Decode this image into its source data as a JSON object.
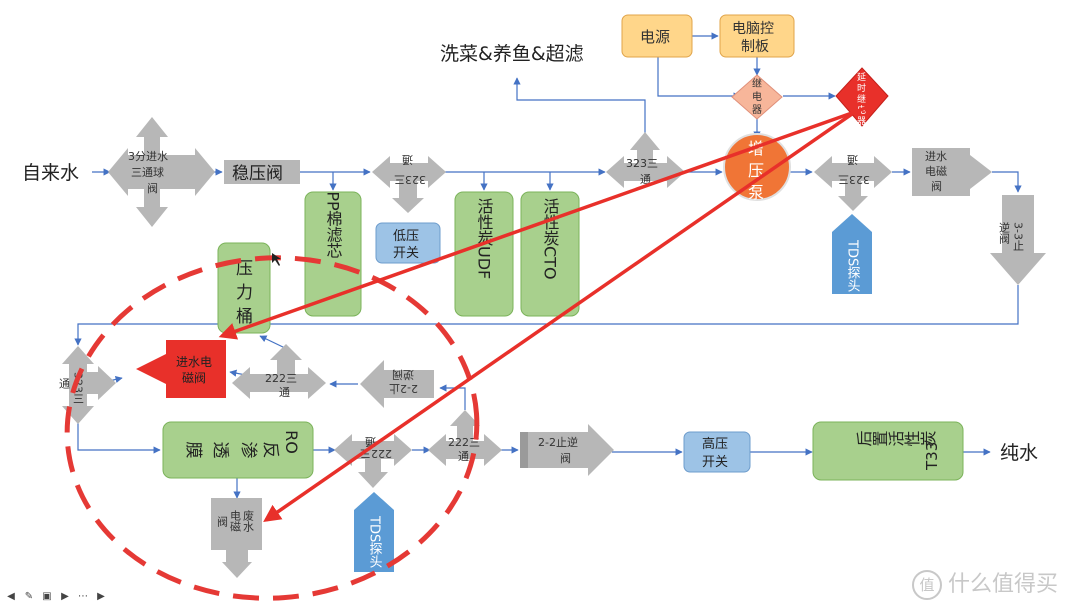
{
  "labels": {
    "tap_water": "自来水",
    "pure_water": "纯水",
    "wash_label": "洗菜&养鱼&超滤",
    "power": "电源",
    "ctrl_board_1": "电脑控",
    "ctrl_board_2": "制板",
    "relay_1": "继",
    "relay_2": "电",
    "relay_3": "器",
    "delay_relay_1": "延",
    "delay_relay_2": "时",
    "delay_relay_3": "继",
    "delay_relay_4": "电",
    "delay_relay_5": "器",
    "ball_valve_1": "3分进水",
    "ball_valve_2": "三通球",
    "ball_valve_3": "阀",
    "pressure_valve": "稳压阀",
    "pp_cotton": "PP棉滤芯",
    "low_pressure_1": "低压",
    "low_pressure_2": "开关",
    "carbon_udf": "活性炭UDF",
    "carbon_cto": "活性炭CTO",
    "tee_323_a": "323三",
    "tee_323_a2": "通",
    "tee_323_b": "323三",
    "tee_323_b2": "通",
    "tee_323_c": "323三",
    "tee_323_c2": "通",
    "tee_323_d": "323三",
    "tee_323_d2": "通",
    "booster_pump_1": "增",
    "booster_pump_2": "压",
    "booster_pump_3": "泵",
    "inlet_solenoid_1": "进水",
    "inlet_solenoid_2": "电磁",
    "inlet_solenoid_3": "阀",
    "check_valve_31_1": "3-3止",
    "check_valve_31_2": "逆阀",
    "tds_probe": "TDS探头",
    "pressure_tank_1": "压",
    "pressure_tank_2": "力",
    "pressure_tank_3": "桶",
    "red_solenoid_1": "进水电",
    "red_solenoid_2": "磁阀",
    "tee_222_a": "222三",
    "tee_222_a2": "通",
    "check_22_1": "2-2止",
    "check_22_2": "逆阀",
    "ro_1": "RO",
    "ro_2": "反",
    "ro_3": "渗",
    "ro_4": "透",
    "ro_5": "膜",
    "tee_222_b": "222三",
    "tee_222_b2": "通",
    "tee_222_c": "222三",
    "tee_222_c2": "通",
    "check_22b_1": "2-2止逆",
    "check_22b_2": "阀",
    "high_pressure_1": "高压",
    "high_pressure_2": "开关",
    "post_carbon_1": "后置活性炭",
    "post_carbon_2": "T33",
    "waste_1": "废水",
    "waste_2": "电磁",
    "waste_3": "阀",
    "watermark": "什么值得买",
    "watermark_icon": "值"
  },
  "colors": {
    "gray": "#b7b7b7",
    "green": "#a8d08d",
    "green_border": "#7bb35a",
    "blue": "#5b9bd5",
    "light_blue": "#9dc3e6",
    "orange": "#ffd68a",
    "orange_border": "#e0a44a",
    "peach": "#f7b69a",
    "red": "#e8302a",
    "line": "#4472c4",
    "dash": "#e53935",
    "pump": "#f07536"
  }
}
